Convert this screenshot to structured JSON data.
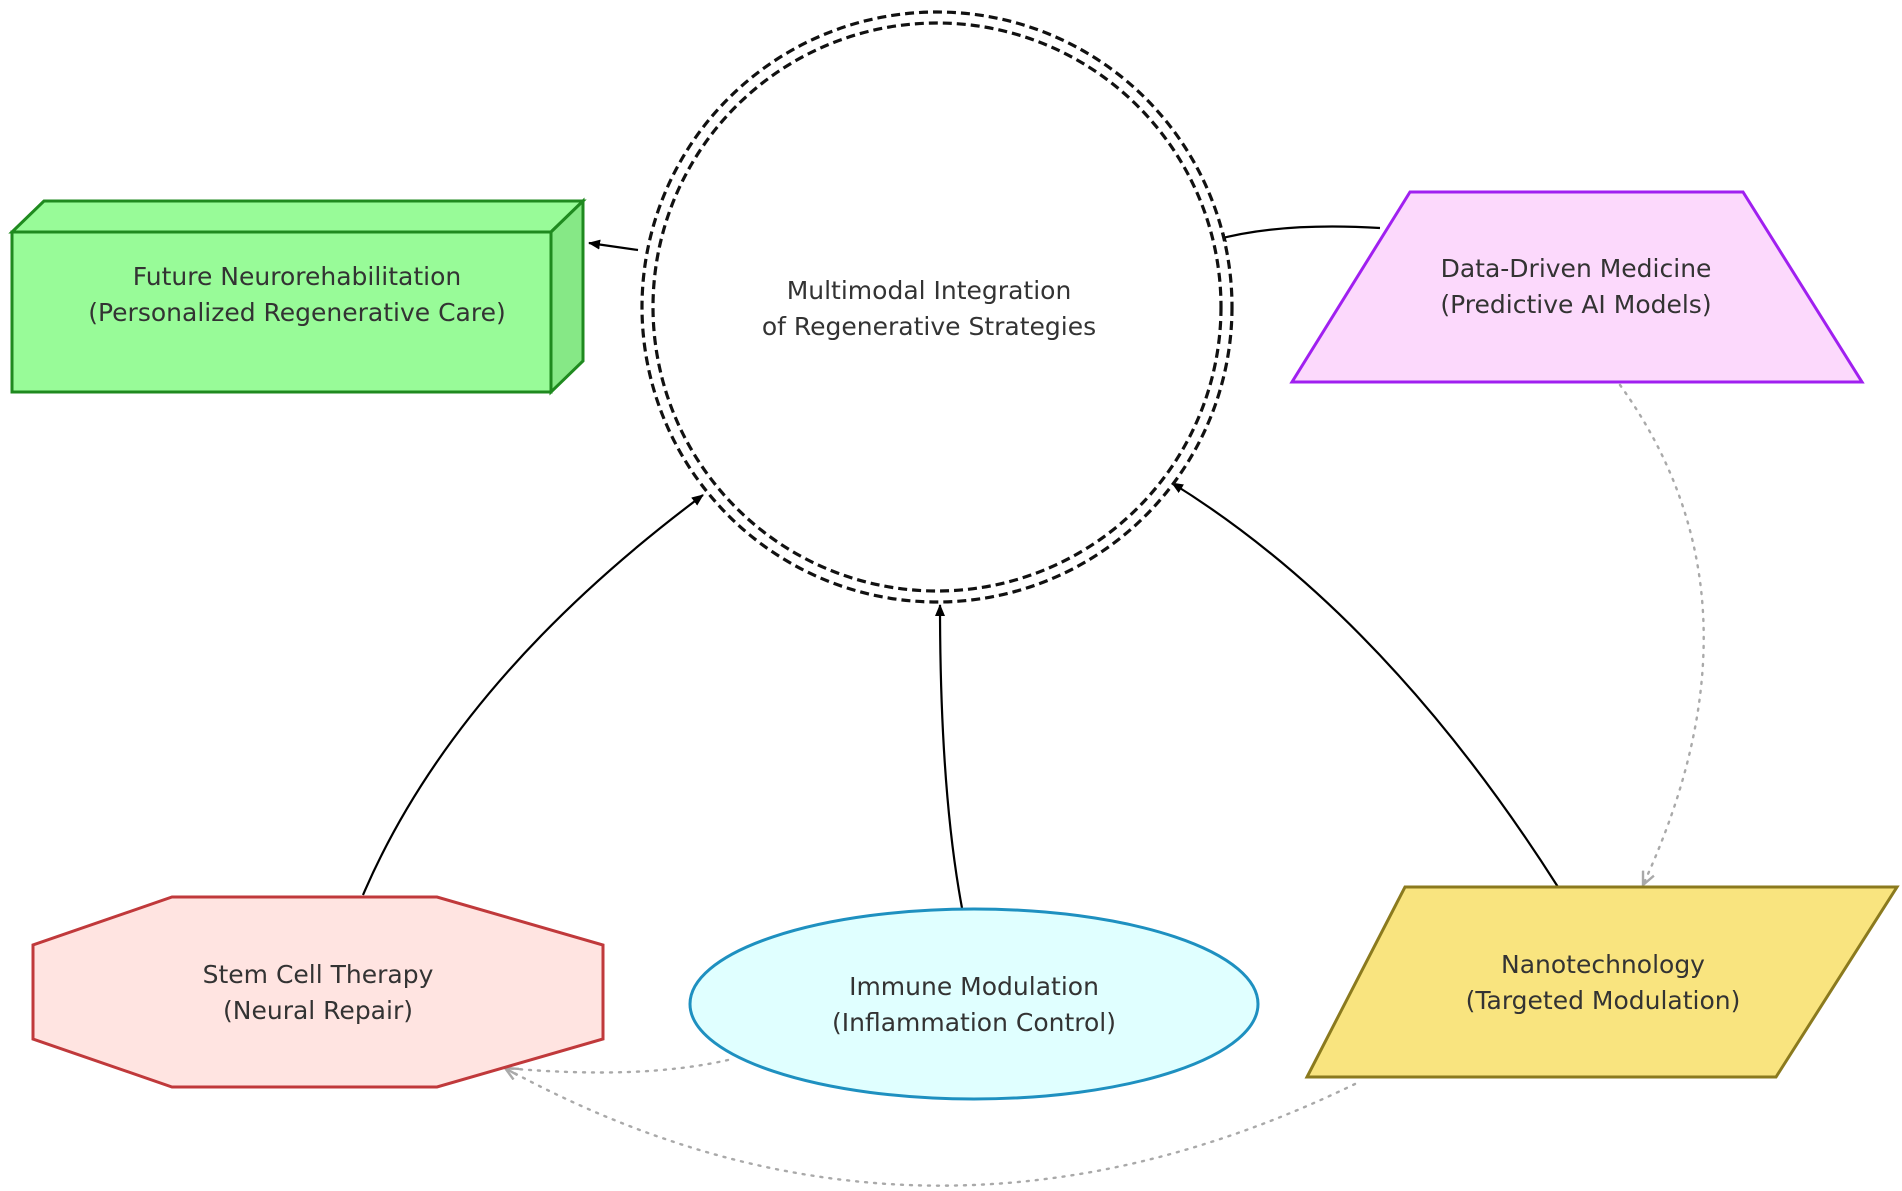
{
  "diagram": {
    "nodes": {
      "center": {
        "line1": "Multimodal Integration",
        "line2": "of Regenerative Strategies",
        "shape": "double-dashed-circle",
        "fill": "#ffffff",
        "stroke": "#111111"
      },
      "future": {
        "line1": "Future Neurorehabilitation",
        "line2": "(Personalized Regenerative Care)",
        "shape": "3d-box",
        "fill": "#98fb98",
        "stroke": "#1f8a1f"
      },
      "data": {
        "line1": "Data-Driven Medicine",
        "line2": "(Predictive AI Models)",
        "shape": "trapezium",
        "fill": "#fcd9fc",
        "stroke": "#a020f0"
      },
      "stem": {
        "line1": "Stem Cell Therapy",
        "line2": "(Neural Repair)",
        "shape": "octagon",
        "fill": "#ffe4e1",
        "stroke": "#c0393b"
      },
      "immune": {
        "line1": "Immune Modulation",
        "line2": "(Inflammation Control)",
        "shape": "ellipse",
        "fill": "#e0ffff",
        "stroke": "#1e90c0"
      },
      "nano": {
        "line1": "Nanotechnology",
        "line2": "(Targeted Modulation)",
        "shape": "parallelogram",
        "fill": "#f9e47f",
        "stroke": "#8b7a1e"
      }
    },
    "edges": [
      {
        "from": "center",
        "to": "future",
        "style": "solid"
      },
      {
        "from": "data",
        "to": "center",
        "style": "solid"
      },
      {
        "from": "stem",
        "to": "center",
        "style": "solid"
      },
      {
        "from": "immune",
        "to": "center",
        "style": "solid"
      },
      {
        "from": "nano",
        "to": "center",
        "style": "solid"
      },
      {
        "from": "data",
        "to": "nano",
        "style": "dotted"
      },
      {
        "from": "immune",
        "to": "stem",
        "style": "dotted"
      },
      {
        "from": "nano",
        "to": "stem",
        "style": "dotted"
      }
    ],
    "colors": {
      "solid_edge": "#000000",
      "dotted_edge": "#a9a9a9"
    }
  }
}
